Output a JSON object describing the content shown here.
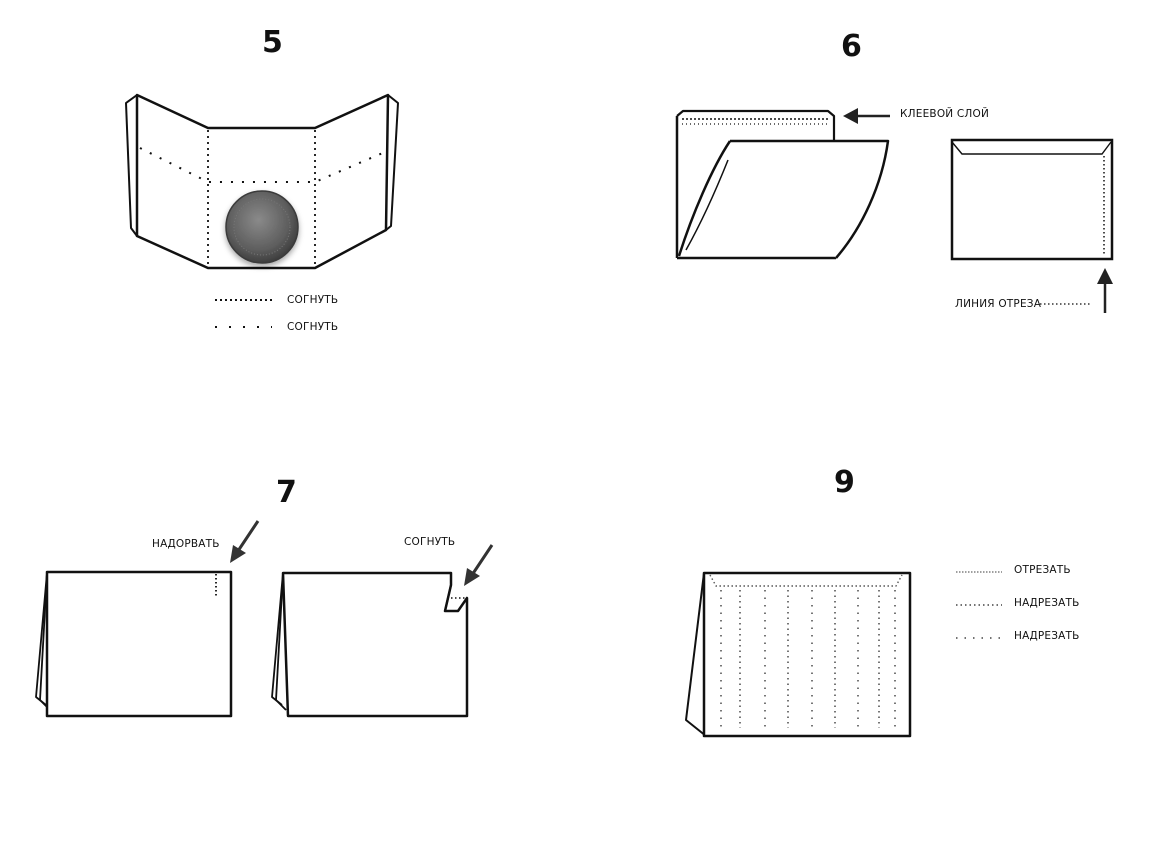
{
  "steps": [
    {
      "number": "5",
      "legend": [
        {
          "label": "СОГНУТЬ"
        },
        {
          "label": "СОГНУТЬ"
        }
      ]
    },
    {
      "number": "6",
      "glue_label": "КЛЕЕВОЙ СЛОЙ",
      "cut_label": "ЛИНИЯ ОТРЕЗА"
    },
    {
      "number": "7",
      "tear_label": "НАДОРВАТЬ",
      "fold_label": "СОГНУТЬ"
    },
    {
      "number": "9",
      "legend": [
        {
          "label": "ОТРЕЗАТЬ"
        },
        {
          "label": "НАДРЕЗАТЬ"
        },
        {
          "label": "НАДРЕЗАТЬ"
        }
      ]
    }
  ],
  "colors": {
    "line": "#111111",
    "coin": "#6b6b6b",
    "dots": "#555555"
  }
}
